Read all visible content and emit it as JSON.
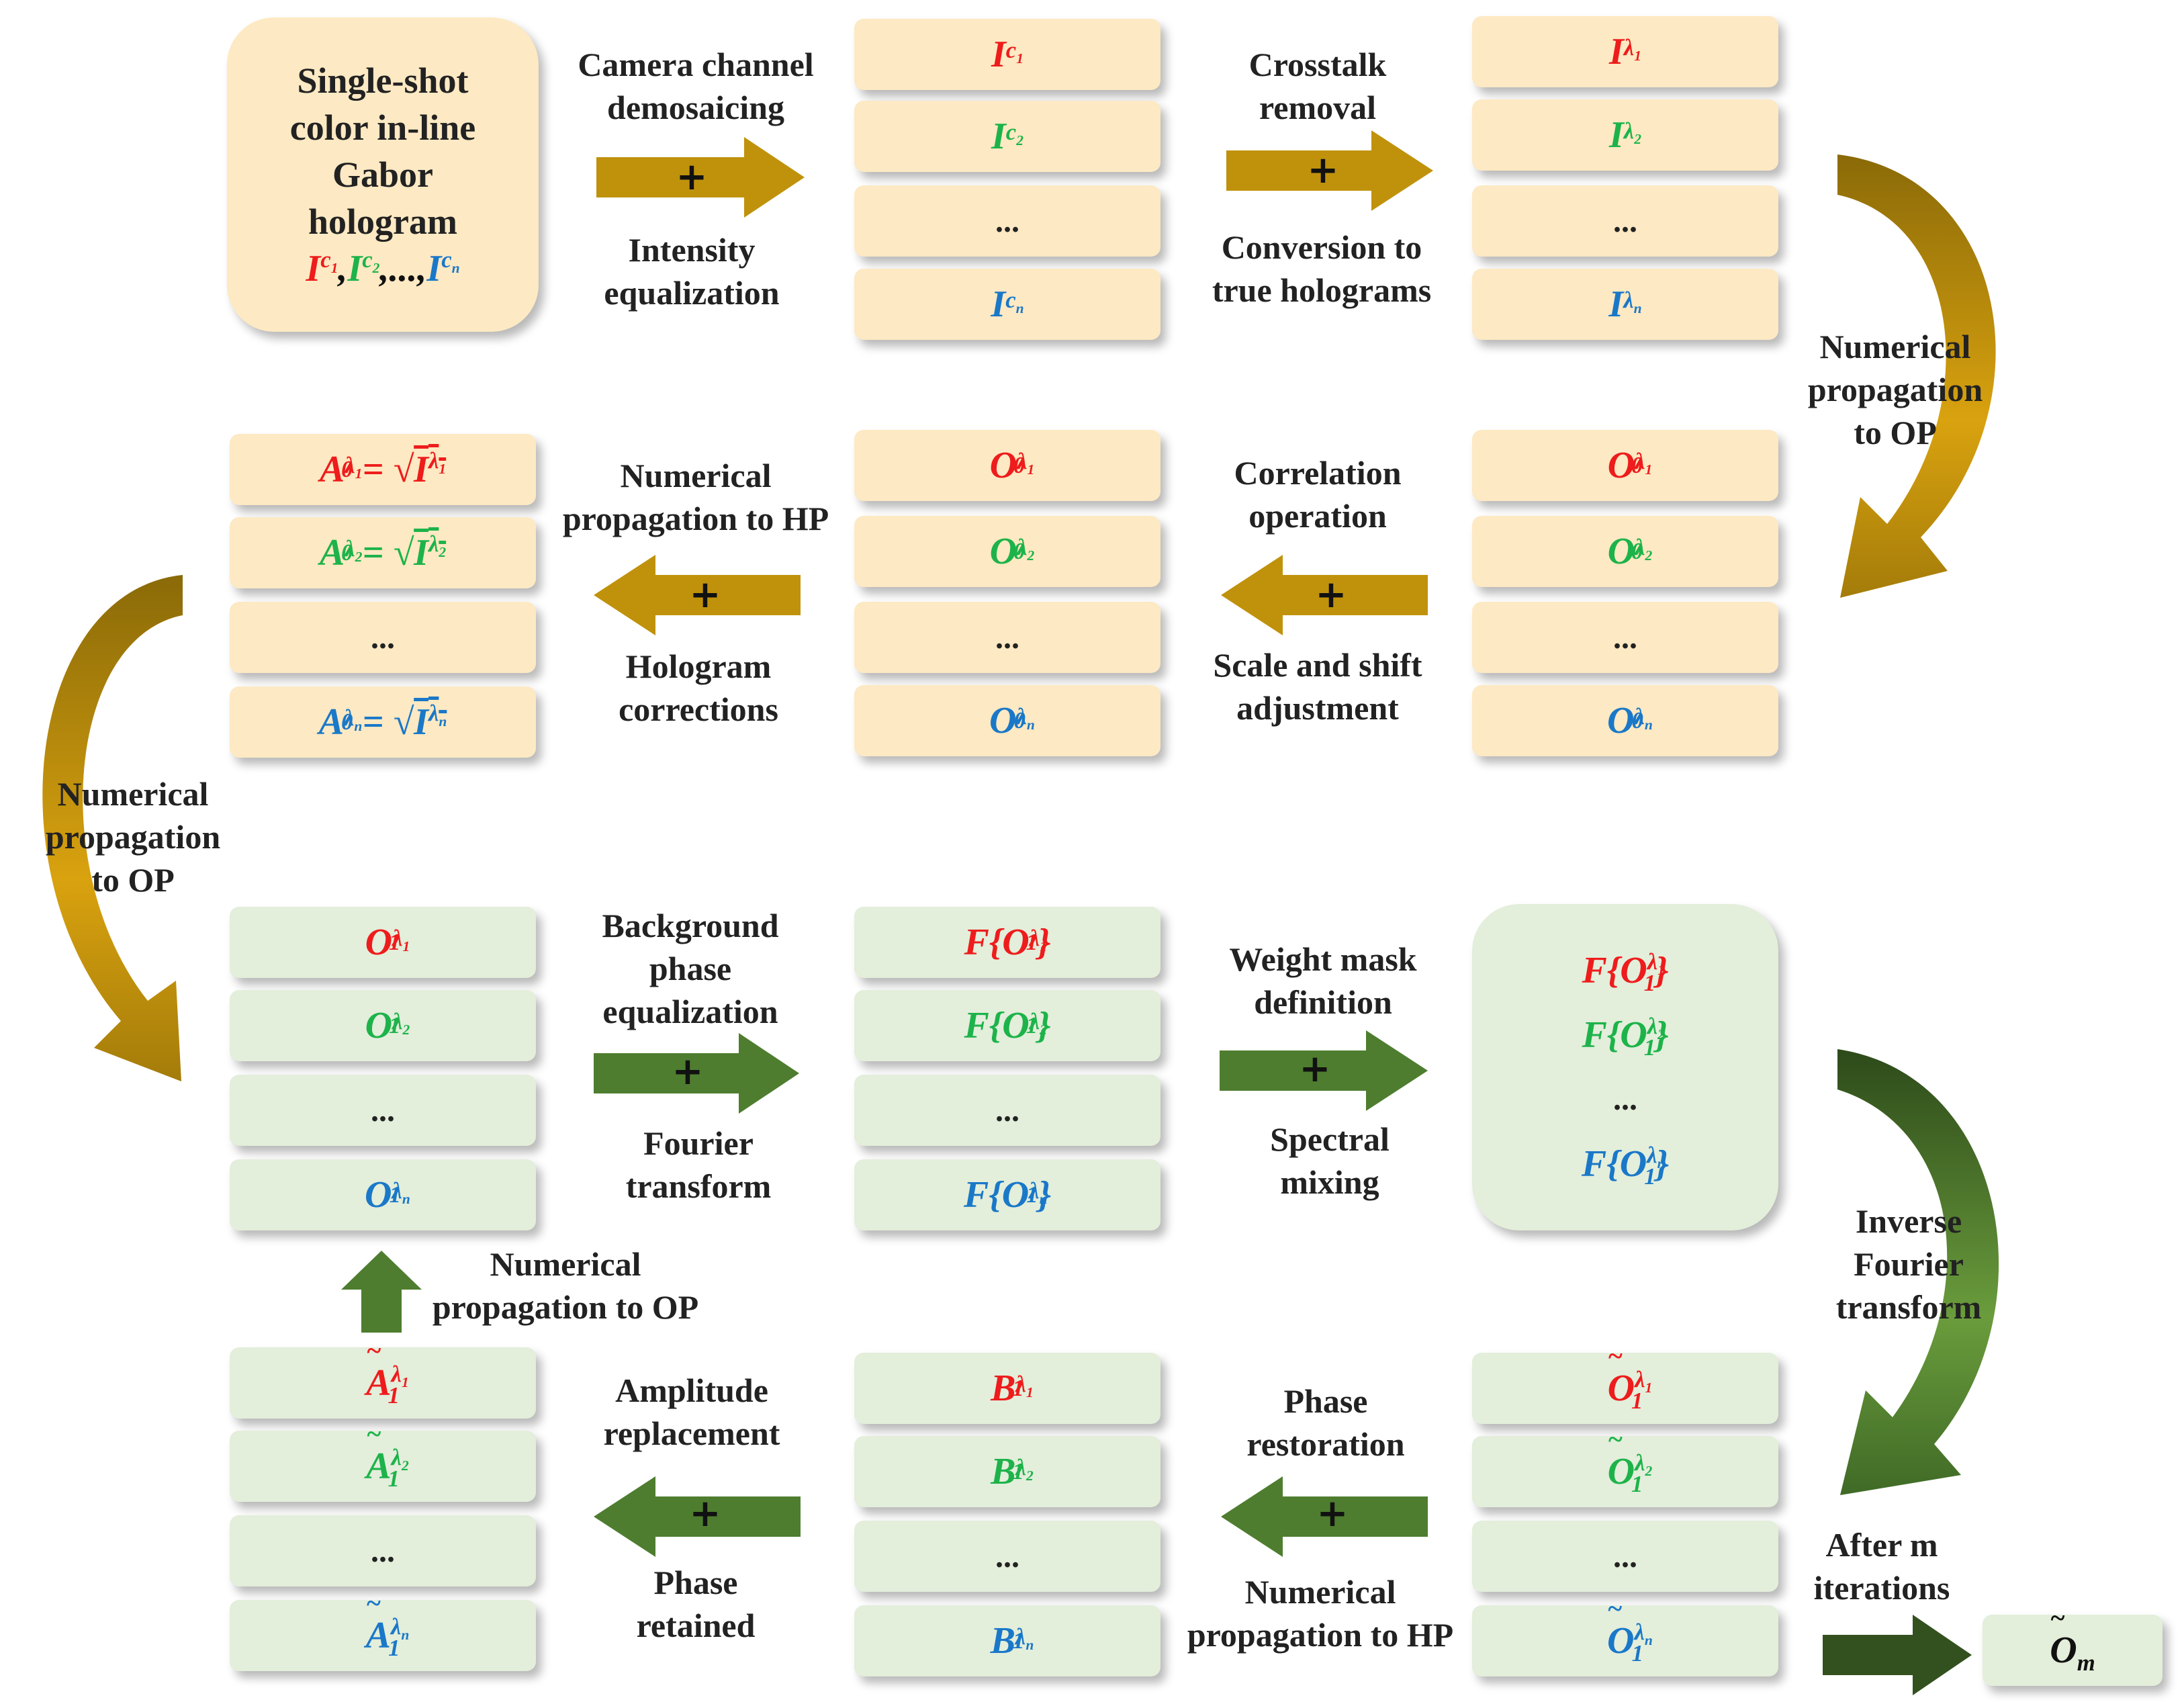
{
  "colors": {
    "gold_arrow": "#c0920c",
    "green_arrow": "#4e7d2f",
    "dark_green_arrow": "#33511f",
    "yellow_box": "#fde9c3",
    "green_box": "#e3eedb",
    "red": "#ee1c1c",
    "green": "#1db34a",
    "blue": "#1a78c8"
  },
  "source": {
    "line1": "Single-shot",
    "line2": "color in-line",
    "line3": "Gabor",
    "line4": "hologram",
    "symbols": "I^c1, I^c2, ..., I^cn"
  },
  "labels": {
    "l1_top": "Camera channel",
    "l1_top2": "demosaicing",
    "l1_bot": "Intensity",
    "l1_bot2": "equalization",
    "l2_top": "Crosstalk",
    "l2_top2": "removal",
    "l2_bot": "Conversion to",
    "l2_bot2": "true holograms",
    "r1_curve1": "Numerical",
    "r1_curve2": "propagation",
    "r1_curve3": "to OP",
    "l3_top": "Correlation",
    "l3_top2": "operation",
    "l3_bot": "Scale and shift",
    "l3_bot2": "adjustment",
    "l4_top": "Numerical",
    "l4_top2": "propagation to HP",
    "l4_bot": "Hologram",
    "l4_bot2": "corrections",
    "left_curve1": "Numerical",
    "left_curve2": "propagation",
    "left_curve3": "to OP",
    "l5_top": "Background",
    "l5_top2": "phase",
    "l5_top3": "equalization",
    "l5_bot": "Fourier",
    "l5_bot2": "transform",
    "l6_top": "Weight mask",
    "l6_top2": "definition",
    "l6_bot": "Spectral",
    "l6_bot2": "mixing",
    "r2_curve1": "Inverse",
    "r2_curve2": "Fourier",
    "r2_curve3": "transform",
    "up_label1": "Numerical",
    "up_label2": "propagation to OP",
    "l7_top": "Amplitude",
    "l7_top2": "replacement",
    "l7_bot": "Phase",
    "l7_bot2": "retained",
    "l8_top": "Phase",
    "l8_top2": "restoration",
    "l8_bot": "Numerical",
    "l8_bot2": "propagation to HP",
    "final1": "After m",
    "final2": "iterations"
  },
  "plus": "+",
  "ellipsis": "...",
  "symbols": {
    "Ic_base": "I",
    "Ic1_sup": "c1",
    "Ic2_sup": "c2",
    "Icn_sup": "cn",
    "Il_base": "I",
    "l1": "λ1",
    "l2": "λ2",
    "ln": "λn",
    "O_base": "O",
    "A_base": "A",
    "B_base": "B",
    "F_base": "F",
    "sub0": "0",
    "sub1": "1",
    "subm": "m"
  }
}
